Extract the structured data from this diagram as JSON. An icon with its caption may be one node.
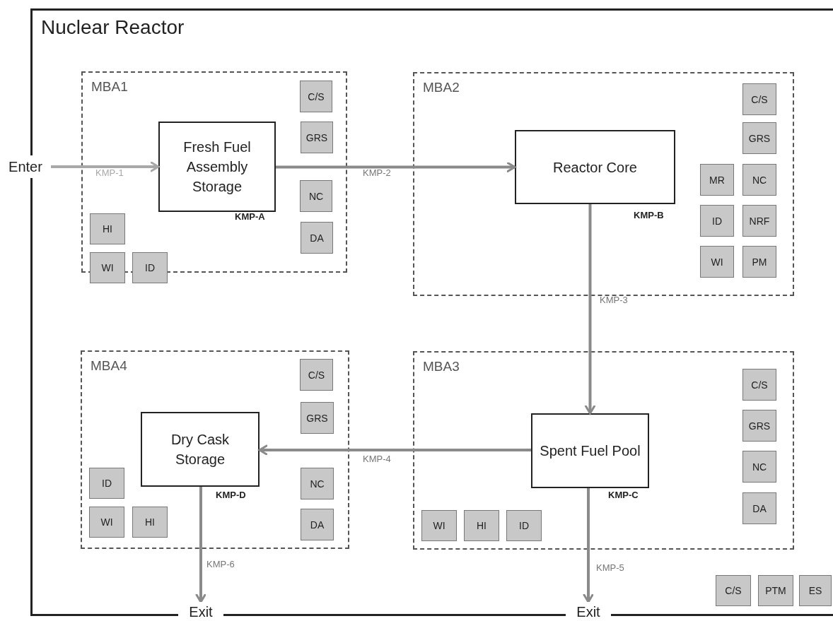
{
  "diagram": {
    "nodes": [
      {
        "text": [
          "Nuclear Reactor"
        ]
      },
      {
        "text": [
          "Enter"
        ]
      },
      {
        "text": [
          "MBA1"
        ],
        "in": 0
      },
      {
        "text": [
          "Fresh Fuel Assembly Storage"
        ],
        "in": 2,
        "beside": [
          "KMP-A"
        ]
      },
      {
        "text": [
          "C/S"
        ],
        "in": 2
      },
      {
        "text": [
          "GRS"
        ],
        "in": 2
      },
      {
        "text": [
          "NC"
        ],
        "in": 2
      },
      {
        "text": [
          "DA"
        ],
        "in": 2
      },
      {
        "text": [
          "HI"
        ],
        "in": 2
      },
      {
        "text": [
          "WI"
        ],
        "in": 2
      },
      {
        "text": [
          "ID"
        ],
        "in": 2
      },
      {
        "text": [
          "MBA2"
        ],
        "in": 0
      },
      {
        "text": [
          "Reactor Core"
        ],
        "in": 11,
        "beside": [
          "KMP-B"
        ]
      },
      {
        "text": [
          "C/S"
        ],
        "in": 11
      },
      {
        "text": [
          "GRS"
        ],
        "in": 11
      },
      {
        "text": [
          "MR"
        ],
        "in": 11
      },
      {
        "text": [
          "NC"
        ],
        "in": 11
      },
      {
        "text": [
          "ID"
        ],
        "in": 11
      },
      {
        "text": [
          "NRF"
        ],
        "in": 11
      },
      {
        "text": [
          "WI"
        ],
        "in": 11
      },
      {
        "text": [
          "PM"
        ],
        "in": 11
      },
      {
        "text": [
          "MBA4"
        ],
        "in": 0
      },
      {
        "text": [
          "Dry Cask Storage"
        ],
        "in": 21,
        "beside": [
          "KMP-D"
        ]
      },
      {
        "text": [
          "C/S"
        ],
        "in": 21
      },
      {
        "text": [
          "GRS"
        ],
        "in": 21
      },
      {
        "text": [
          "NC"
        ],
        "in": 21
      },
      {
        "text": [
          "DA"
        ],
        "in": 21
      },
      {
        "text": [
          "ID"
        ],
        "in": 21
      },
      {
        "text": [
          "WI"
        ],
        "in": 21
      },
      {
        "text": [
          "HI"
        ],
        "in": 21
      },
      {
        "text": [
          "MBA3"
        ],
        "in": 0
      },
      {
        "text": [
          "Spent Fuel Pool"
        ],
        "in": 30,
        "beside": [
          "KMP-C"
        ]
      },
      {
        "text": [
          "C/S"
        ],
        "in": 30
      },
      {
        "text": [
          "GRS"
        ],
        "in": 30
      },
      {
        "text": [
          "NC"
        ],
        "in": 30
      },
      {
        "text": [
          "DA"
        ],
        "in": 30
      },
      {
        "text": [
          "WI"
        ],
        "in": 30
      },
      {
        "text": [
          "HI"
        ],
        "in": 30
      },
      {
        "text": [
          "ID"
        ],
        "in": 30
      },
      {
        "text": [
          "C/S"
        ],
        "in": 0
      },
      {
        "text": [
          "PTM"
        ],
        "in": 0
      },
      {
        "text": [
          "ES"
        ],
        "in": 0
      },
      {
        "text": [
          "Exit"
        ]
      },
      {
        "text": [
          "Exit"
        ]
      }
    ],
    "edges": [
      {
        "from": 1,
        "to": 3,
        "arrow": "to",
        "label": "KMP-1",
        "color": "#a8a8a8"
      },
      {
        "from": 3,
        "to": 12,
        "arrow": "to",
        "label": "KMP-2"
      },
      {
        "from": 12,
        "to": 31,
        "arrow": "to",
        "label": "KMP-3"
      },
      {
        "from": 31,
        "to": 22,
        "arrow": "to",
        "label": "KMP-4"
      },
      {
        "from": 22,
        "to": 42,
        "arrow": "to",
        "label": "KMP-6"
      },
      {
        "from": 31,
        "to": 43,
        "arrow": "to",
        "label": "KMP-5"
      }
    ]
  }
}
